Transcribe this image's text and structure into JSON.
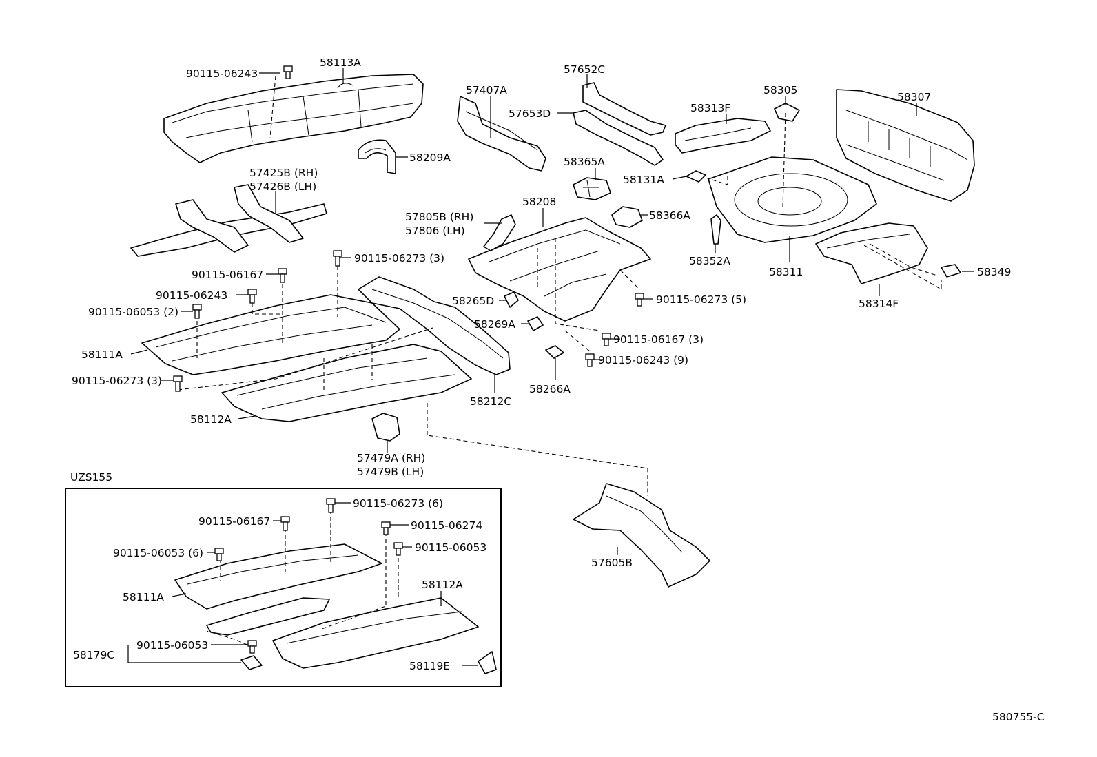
{
  "labels": {
    "p58113A": "58113A",
    "b90115_06243_top": "90115-06243",
    "p58209A": "58209A",
    "p57425B": "57425B (RH)",
    "p57426B": "57426B (LH)",
    "p57407A": "57407A",
    "p57652C": "57652C",
    "p57653D": "57653D",
    "p58365A": "58365A",
    "p58366A": "58366A",
    "p58313F": "58313F",
    "p58305": "58305",
    "p58307": "58307",
    "p58131A": "58131A",
    "p58352A": "58352A",
    "p58311": "58311",
    "p58349": "58349",
    "p58314F": "58314F",
    "p58208": "58208",
    "p57805B": "57805B (RH)",
    "p57806": "57806  (LH)",
    "b90115_06273_3a": "90115-06273 (3)",
    "b90115_06167_a": "90115-06167",
    "b90115_06243_a": "90115-06243",
    "b90115_06053_2": "90115-06053 (2)",
    "p58111A": "58111A",
    "b90115_06273_3b": "90115-06273 (3)",
    "p58112A": "58112A",
    "p58212C": "58212C",
    "p58265D": "58265D",
    "p58269A": "58269A",
    "p58266A": "58266A",
    "b90115_06273_5": "90115-06273 (5)",
    "b90115_06167_3": "90115-06167 (3)",
    "b90115_06243_9": "90115-06243 (9)",
    "p57479A": "57479A (RH)",
    "p57479B": "57479B (LH)",
    "p57605B": "57605B",
    "inset_title": "UZS155",
    "i_b90115_06273_6": "90115-06273 (6)",
    "i_b90115_06167": "90115-06167",
    "i_b90115_06274": "90115-06274",
    "i_b90115_06053_6": "90115-06053 (6)",
    "i_b90115_06053_a": "90115-06053",
    "i_p58111A": "58111A",
    "i_p58112A": "58112A",
    "i_b90115_06053_b": "90115-06053",
    "i_p58179C": "58179C",
    "i_p58119E": "58119E",
    "figure_id": "580755-C"
  }
}
